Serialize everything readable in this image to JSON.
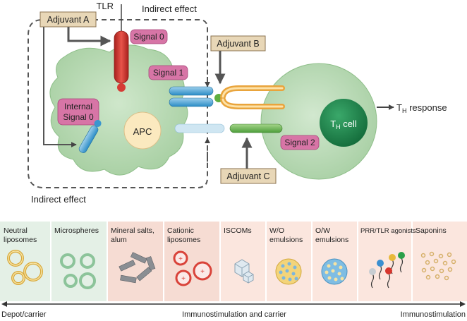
{
  "diagram": {
    "labels": {
      "tlr": "TLR",
      "indirect_top": "Indirect effect",
      "indirect_bottom": "Indirect effect",
      "apc": "APC",
      "th_cell": "T",
      "th_cell_sub": "H",
      "th_cell_suffix": " cell",
      "th_response": "T",
      "th_response_sub": "H",
      "th_response_suffix": " response"
    },
    "adjuvants": {
      "a": "Adjuvant A",
      "b": "Adjuvant B",
      "c": "Adjuvant C"
    },
    "signals": {
      "s0": "Signal 0",
      "s1": "Signal 1",
      "internal_line1": "Internal",
      "internal_line2": "Signal 0",
      "s2": "Signal 2"
    }
  },
  "panel": {
    "categories": [
      {
        "line1": "Neutral",
        "line2": "liposomes",
        "bg": "#e4f0e6"
      },
      {
        "line1": "Microspheres",
        "line2": "",
        "bg": "#e4f0e6"
      },
      {
        "line1": "Mineral salts,",
        "line2": "alum",
        "bg": "#f7ddd4"
      },
      {
        "line1": "Cationic",
        "line2": "liposomes",
        "bg": "#f7ddd4"
      },
      {
        "line1": "ISCOMs",
        "line2": "",
        "bg": "#fbe5dc"
      },
      {
        "line1": "W/O",
        "line2": "emulsions",
        "bg": "#fbe5dc"
      },
      {
        "line1": "O/W",
        "line2": "emulsions",
        "bg": "#fbe5dc"
      },
      {
        "line1": "PRR/TLR agonists",
        "line2": "",
        "bg": "#fbe5dc"
      },
      {
        "line1": "Saponins",
        "line2": "",
        "bg": "#fbe5dc"
      }
    ],
    "axis": {
      "left": "Depot/carrier",
      "middle": "Immunostimulation and carrier",
      "right": "Immunostimulation"
    }
  },
  "colors": {
    "adjuvant_box": "#e8d7b7",
    "signal_box": "#d775a6",
    "apc_fill": "#bcdcb8",
    "th_fill": "#bcdcb8",
    "th_nucleus": "#1f8a4f",
    "tlr": "#d63a34"
  }
}
